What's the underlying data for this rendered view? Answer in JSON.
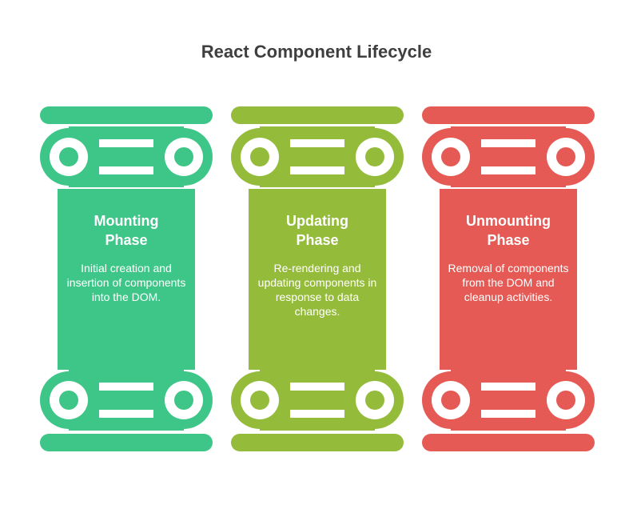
{
  "title": "React Component Lifecycle",
  "phases": [
    {
      "name_line1": "Mounting",
      "name_line2": "Phase",
      "description": "Initial creation and insertion of components into the DOM.",
      "color": "#3ec688"
    },
    {
      "name_line1": "Updating",
      "name_line2": "Phase",
      "description": "Re-rendering and updating components in response to data changes.",
      "color": "#95bb3b"
    },
    {
      "name_line1": "Unmounting",
      "name_line2": "Phase",
      "description": "Removal of components from the DOM and cleanup activities.",
      "color": "#e55a55"
    }
  ]
}
